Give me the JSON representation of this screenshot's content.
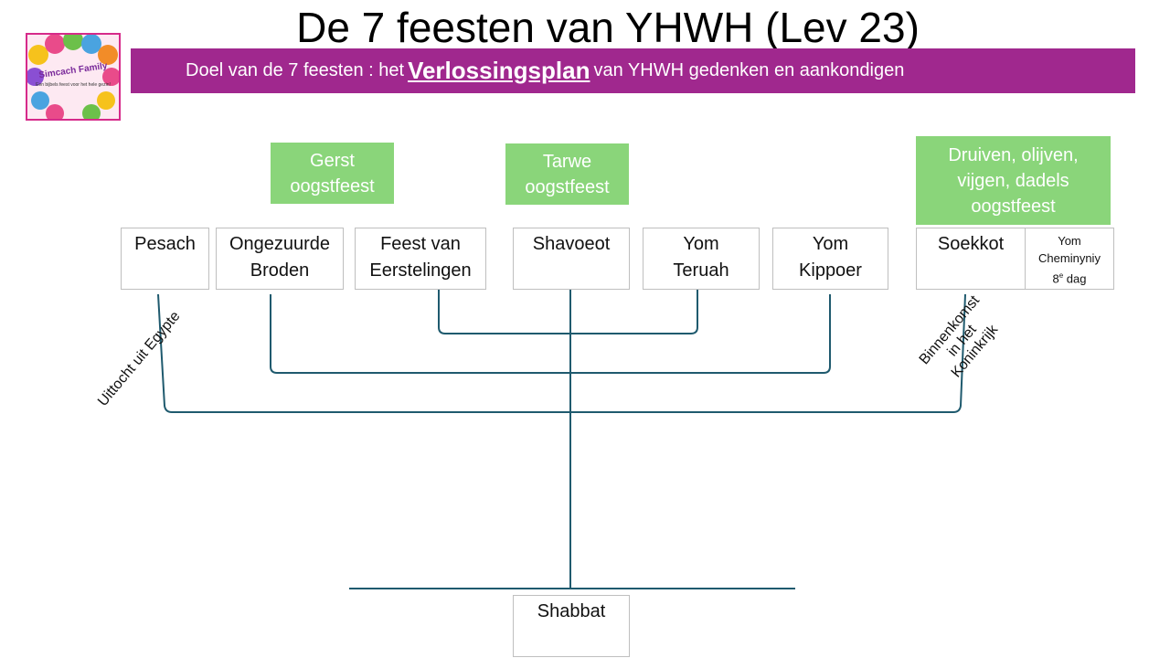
{
  "title": "De 7 feesten van YHWH (Lev 23)",
  "logo": {
    "text": "Simcach Family",
    "subtext": "Een bijbels feest voor het hele gezin!"
  },
  "banner": {
    "prefix": "Doel van de 7 feesten : het",
    "highlight": "Verlossingsplan",
    "suffix": "van YHWH gedenken en aankondigen",
    "color": "#a0288e"
  },
  "harvests": [
    {
      "line1": "Gerst",
      "line2": "oogstfeest"
    },
    {
      "line1": "Tarwe",
      "line2": "oogstfeest"
    },
    {
      "line1": "Druiven, olijven,",
      "line2": "vijgen, dadels",
      "line3": "oogstfeest"
    }
  ],
  "feasts": [
    {
      "line1": "Pesach",
      "line2": ""
    },
    {
      "line1": "Ongezuurde",
      "line2": "Broden"
    },
    {
      "line1": "Feest van",
      "line2": "Eerstelingen"
    },
    {
      "line1": "Shavoeot",
      "line2": ""
    },
    {
      "line1": "Yom",
      "line2": "Teruah"
    },
    {
      "line1": "Yom",
      "line2": "Kippoer"
    },
    {
      "line1": "Soekkot",
      "line2": ""
    }
  ],
  "eighth_day": {
    "line1": "Yom",
    "line2": "Cheminyniy",
    "line3_num": "8",
    "line3_sup": "e",
    "line3_rest": " dag"
  },
  "shabbat": "Shabbat",
  "labels": {
    "exodus": "Uittocht uit Egypte",
    "kingdom_1": "Binnenkomst",
    "kingdom_2": "in het",
    "kingdom_3": "Koninkrijk"
  },
  "colors": {
    "green": "#8ad57a",
    "lines": "#1f5a6e"
  }
}
